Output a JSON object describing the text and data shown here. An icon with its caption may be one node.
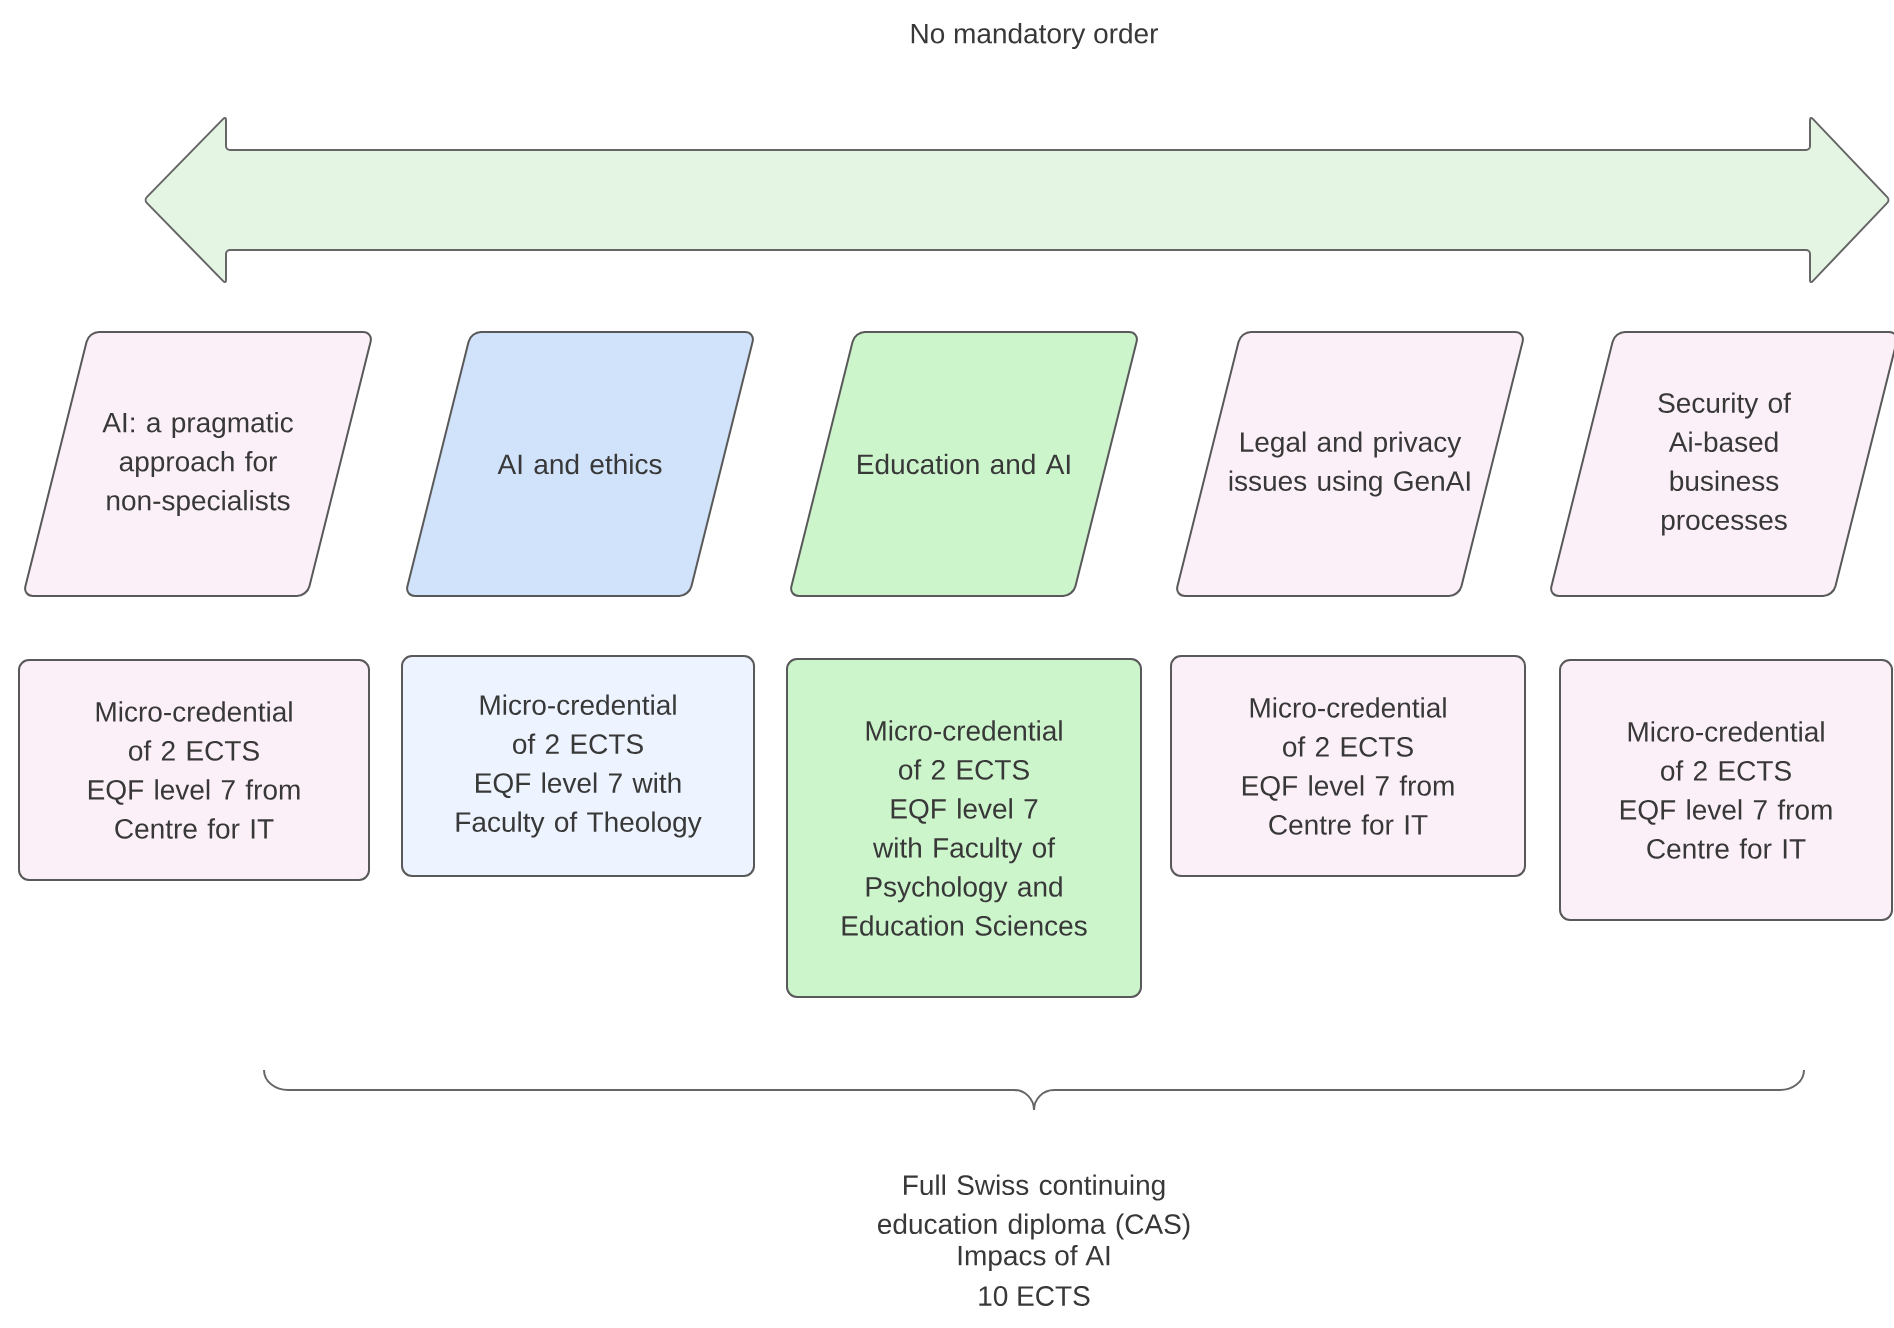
{
  "diagram": {
    "nodes": [
      {
        "text": [
          "AI: a pragmatic approach for non-specialists"
        ]
      },
      {
        "text": [
          "AI and ethics"
        ]
      },
      {
        "text": [
          "Education and AI"
        ]
      },
      {
        "text": [
          "Legal and privacy issues using GenAI"
        ]
      },
      {
        "text": [
          "Security of Ai-based business processes"
        ]
      },
      {
        "text": [
          "Micro-credential of 2 ECTS",
          "EQF level 7 from Centre for IT"
        ]
      },
      {
        "text": [
          "Micro-credential of 2 ECTS",
          "EQF level 7 with Faculty of Theology"
        ]
      },
      {
        "text": [
          "Micro-credential of 2 ECTS",
          "EQF level 7 with Faculty of Psychology and Education Sciences"
        ]
      },
      {
        "text": [
          "Micro-credential of 2 ECTS",
          "EQF level 7 from Centre for IT"
        ]
      },
      {
        "text": [
          "Micro-credential of 2 ECTS",
          "EQF level 7 from Centre for IT"
        ]
      }
    ],
    "edges": [],
    "labels": [
      "No mandatory order",
      "Full Swiss continuing education diploma (CAS)",
      "Impacs of AI",
      "10 ECTS"
    ]
  }
}
